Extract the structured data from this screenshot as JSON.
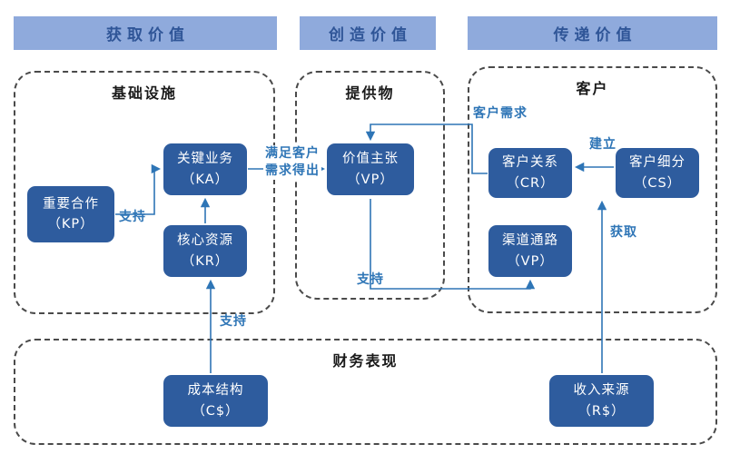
{
  "colors": {
    "header_bg": "#8FAADC",
    "header_text": "#2F5597",
    "node_bg": "#2E5C9E",
    "node_text": "#FFFFFF",
    "arrow": "#2E75B6",
    "dashed_border": "#4A4A4A"
  },
  "headers": [
    {
      "label": "获取价值"
    },
    {
      "label": "创造价值"
    },
    {
      "label": "传递价值"
    }
  ],
  "sections": {
    "infrastructure": {
      "title": "基础设施"
    },
    "offering": {
      "title": "提供物"
    },
    "customer": {
      "title": "客户"
    },
    "finance": {
      "title": "财务表现"
    }
  },
  "nodes": {
    "kp": {
      "name": "重要合作",
      "code": "（KP）"
    },
    "ka": {
      "name": "关键业务",
      "code": "（KA）"
    },
    "kr": {
      "name": "核心资源",
      "code": "（KR）"
    },
    "vp": {
      "name": "价值主张",
      "code": "（VP）"
    },
    "cr": {
      "name": "客户关系",
      "code": "（CR）"
    },
    "cs": {
      "name": "客户细分",
      "code": "（CS）"
    },
    "channel": {
      "name": "渠道通路",
      "code": "（VP）"
    },
    "cost": {
      "name": "成本结构",
      "code": "（C$）"
    },
    "revenue": {
      "name": "收入来源",
      "code": "（R$）"
    }
  },
  "edge_labels": {
    "support_kp_ka": "支持",
    "derive": "满足客户\n需求得出",
    "customer_needs": "客户需求",
    "establish": "建立",
    "acquire": "获取",
    "support_vp_channel": "支持",
    "support_cost_kr": "支持"
  }
}
